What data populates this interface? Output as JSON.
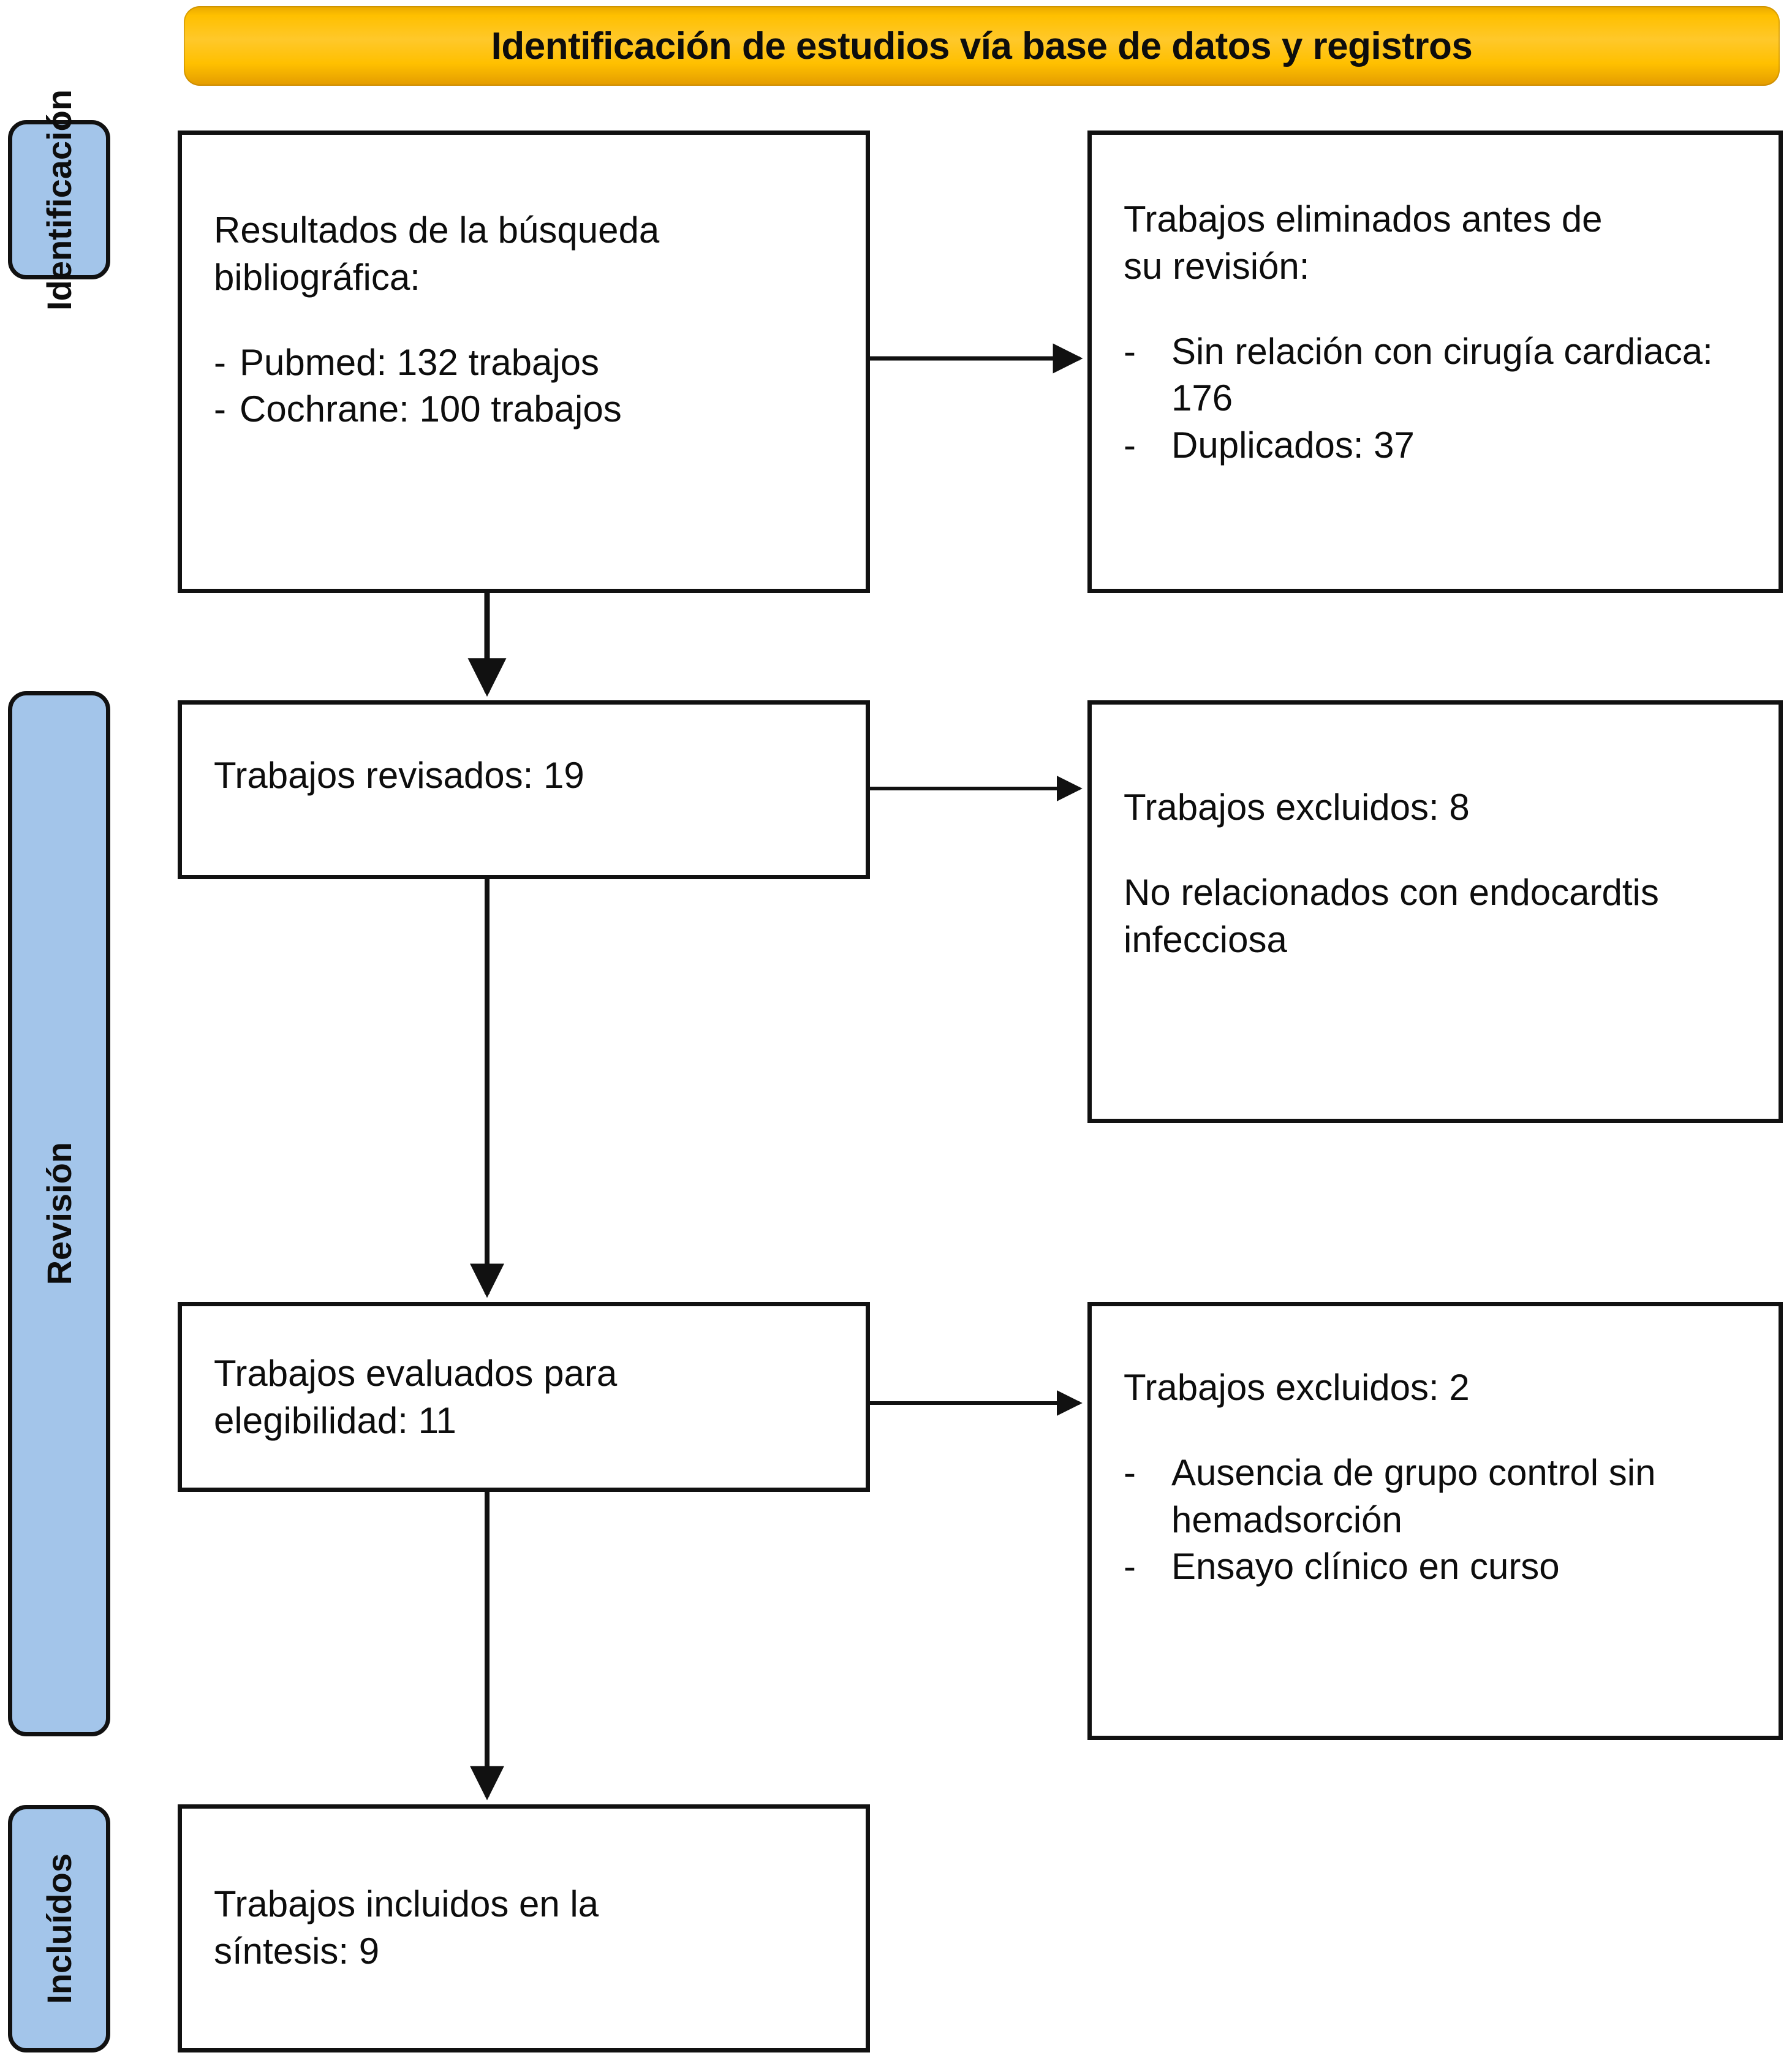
{
  "header": {
    "title": "Identificación de estudios vía base de datos y registros",
    "background_color": "#ffc000",
    "text_color": "#0d0d0d"
  },
  "stages": [
    {
      "id": "identificacion",
      "label": "Identificación",
      "color": "#a3c5ea"
    },
    {
      "id": "revision",
      "label": "Revisión",
      "color": "#a3c5ea"
    },
    {
      "id": "incluidos",
      "label": "Incluídos",
      "color": "#a3c5ea"
    }
  ],
  "boxes": {
    "search": {
      "heading_line1": "Resultados de la búsqueda",
      "heading_line2": "bibliográfica:",
      "items": [
        {
          "marker": "-",
          "text": "Pubmed: 132 trabajos"
        },
        {
          "marker": "-",
          "text": "Cochrane: 100 trabajos"
        }
      ]
    },
    "removed": {
      "heading_line1": "Trabajos eliminados antes de",
      "heading_line2": "su revisión:",
      "items": [
        {
          "marker": "-",
          "text": "Sin relación con cirugía cardiaca: 176"
        },
        {
          "marker": "-",
          "text": "Duplicados: 37"
        }
      ]
    },
    "screened": {
      "heading_line1": "Trabajos revisados: 19"
    },
    "excluded_screening": {
      "heading_line1": "Trabajos excluidos: 8",
      "items": [
        {
          "marker": "-",
          "text": "No relacionados con endocardtis infecciosa"
        }
      ]
    },
    "eligibility": {
      "heading_line1": "Trabajos evaluados para",
      "heading_line2": "elegibilidad: 11"
    },
    "excluded_eligibility": {
      "heading_line1": "Trabajos excluidos: 2",
      "items": [
        {
          "marker": "-",
          "text": "Ausencia de grupo control sin hemadsorción"
        },
        {
          "marker": "-",
          "text": "Ensayo clínico en curso"
        }
      ]
    },
    "included": {
      "heading_line1": "Trabajos incluidos en la",
      "heading_line2": "síntesis: 9"
    }
  },
  "counts": {
    "pubmed": 132,
    "cochrane": 100,
    "removed_unrelated_cardiac_surgery": 176,
    "removed_duplicates": 37,
    "screened": 19,
    "excluded_screening": 8,
    "eligibility_assessed": 11,
    "excluded_eligibility": 2,
    "included_synthesis": 9
  }
}
